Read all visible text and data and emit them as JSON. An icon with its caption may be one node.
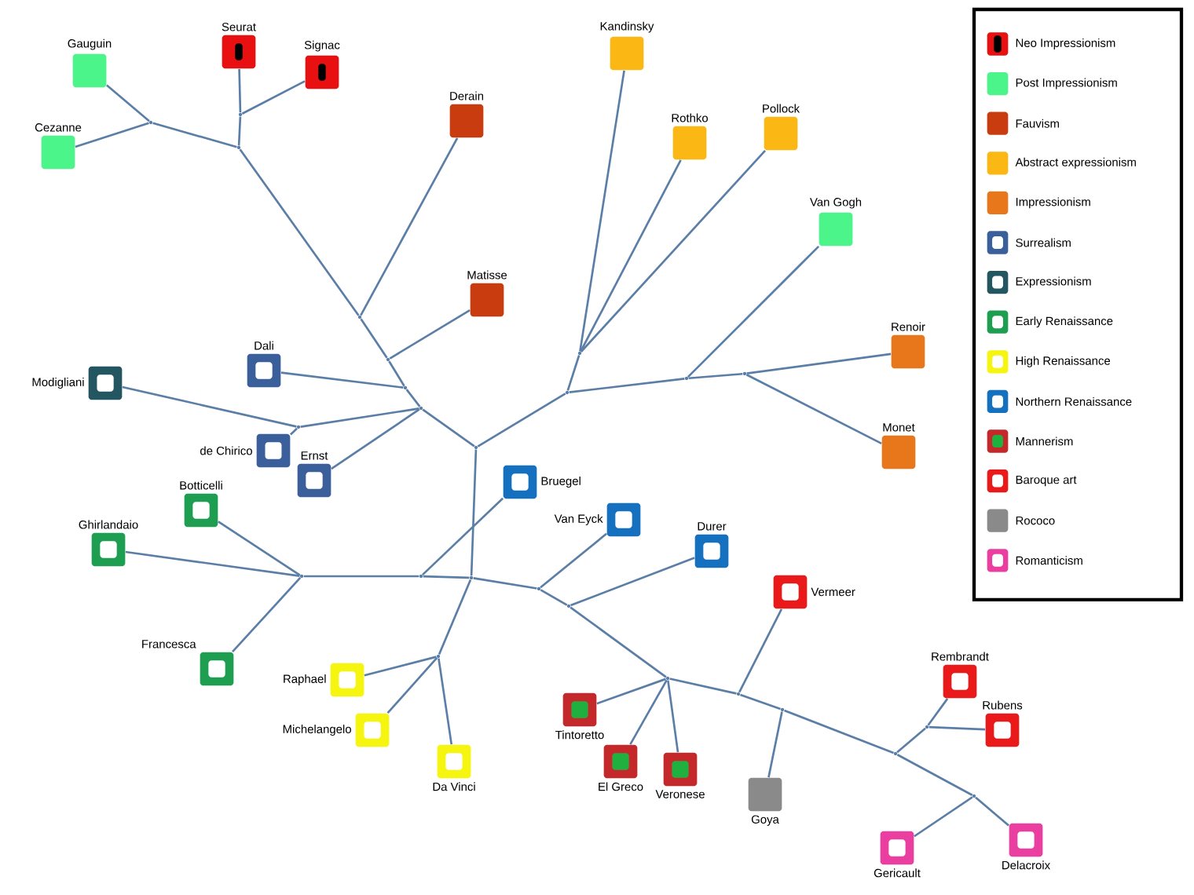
{
  "diagram": {
    "nodes": [
      {
        "text": [
          "Gauguin"
        ]
      },
      {
        "text": [
          "Cezanne"
        ]
      },
      {
        "text": [
          "Seurat"
        ]
      },
      {
        "text": [
          "Signac"
        ]
      },
      {
        "text": [
          "Kandinsky"
        ]
      },
      {
        "text": [
          "Derain"
        ]
      },
      {
        "text": [
          "Rothko"
        ]
      },
      {
        "text": [
          "Pollock"
        ]
      },
      {
        "text": [
          "Van Gogh"
        ]
      },
      {
        "text": [
          "Matisse"
        ]
      },
      {
        "text": [
          "Renoir"
        ]
      },
      {
        "text": [
          "Dali"
        ]
      },
      {
        "text": [
          "Modigliani"
        ]
      },
      {
        "text": [
          "de Chirico"
        ]
      },
      {
        "text": [
          "Monet"
        ]
      },
      {
        "text": [
          "Ernst"
        ]
      },
      {
        "text": [
          "Bruegel"
        ]
      },
      {
        "text": [
          "Botticelli"
        ]
      },
      {
        "text": [
          "Van Eyck"
        ]
      },
      {
        "text": [
          "Ghirlandaio"
        ]
      },
      {
        "text": [
          "Durer"
        ]
      },
      {
        "text": [
          "Vermeer"
        ]
      },
      {
        "text": [
          "Francesca"
        ]
      },
      {
        "text": [
          "Raphael"
        ]
      },
      {
        "text": [
          "Rembrandt"
        ]
      },
      {
        "text": [
          "Tintoretto"
        ]
      },
      {
        "text": [
          "Michelangelo"
        ]
      },
      {
        "text": [
          "Rubens"
        ]
      },
      {
        "text": [
          "El Greco"
        ]
      },
      {
        "text": [
          "Da Vinci"
        ]
      },
      {
        "text": [
          "Veronese"
        ]
      },
      {
        "text": [
          "Goya"
        ]
      },
      {
        "text": [
          "Gericault"
        ]
      },
      {
        "text": [
          "Delacroix"
        ]
      },
      {
        "text": [],
        "shape": "point"
      },
      {
        "text": [],
        "shape": "point"
      },
      {
        "text": [],
        "shape": "point"
      },
      {
        "text": [],
        "shape": "point"
      },
      {
        "text": [],
        "shape": "point"
      },
      {
        "text": [],
        "shape": "point"
      },
      {
        "text": [],
        "shape": "point"
      },
      {
        "text": [],
        "shape": "point"
      },
      {
        "text": [],
        "shape": "point"
      },
      {
        "text": [],
        "shape": "point"
      },
      {
        "text": [],
        "shape": "point"
      },
      {
        "text": [],
        "shape": "point"
      },
      {
        "text": [],
        "shape": "point"
      },
      {
        "text": [],
        "shape": "point"
      },
      {
        "text": [],
        "shape": "point"
      },
      {
        "text": [],
        "shape": "point"
      },
      {
        "text": [],
        "shape": "point"
      },
      {
        "text": [],
        "shape": "point"
      },
      {
        "text": [],
        "shape": "point"
      },
      {
        "text": [],
        "shape": "point"
      },
      {
        "text": [],
        "shape": "point"
      },
      {
        "text": [],
        "shape": "point"
      },
      {
        "text": [],
        "shape": "point"
      },
      {
        "text": [],
        "shape": "point"
      },
      {
        "text": [],
        "shape": "point"
      }
    ],
    "edges": [
      {
        "from": 0,
        "to": 34,
        "arrow": "none"
      },
      {
        "from": 1,
        "to": 34,
        "arrow": "none"
      },
      {
        "from": 34,
        "to": 36,
        "arrow": "none"
      },
      {
        "from": 2,
        "to": 35,
        "arrow": "none"
      },
      {
        "from": 3,
        "to": 35,
        "arrow": "none"
      },
      {
        "from": 35,
        "to": 36,
        "arrow": "none"
      },
      {
        "from": 36,
        "to": 37,
        "arrow": "none"
      },
      {
        "from": 5,
        "to": 37,
        "arrow": "none"
      },
      {
        "from": 37,
        "to": 38,
        "arrow": "none"
      },
      {
        "from": 9,
        "to": 38,
        "arrow": "none"
      },
      {
        "from": 38,
        "to": 39,
        "arrow": "none"
      },
      {
        "from": 11,
        "to": 39,
        "arrow": "none"
      },
      {
        "from": 39,
        "to": 41,
        "arrow": "none"
      },
      {
        "from": 12,
        "to": 40,
        "arrow": "none"
      },
      {
        "from": 13,
        "to": 40,
        "arrow": "none"
      },
      {
        "from": 40,
        "to": 41,
        "arrow": "none"
      },
      {
        "from": 15,
        "to": 41,
        "arrow": "none"
      },
      {
        "from": 41,
        "to": 42,
        "arrow": "none"
      },
      {
        "from": 42,
        "to": 44,
        "arrow": "none"
      },
      {
        "from": 43,
        "to": 44,
        "arrow": "none"
      },
      {
        "from": 4,
        "to": 43,
        "arrow": "none"
      },
      {
        "from": 6,
        "to": 43,
        "arrow": "none"
      },
      {
        "from": 7,
        "to": 43,
        "arrow": "none"
      },
      {
        "from": 44,
        "to": 45,
        "arrow": "none"
      },
      {
        "from": 8,
        "to": 45,
        "arrow": "none"
      },
      {
        "from": 45,
        "to": 46,
        "arrow": "none"
      },
      {
        "from": 14,
        "to": 46,
        "arrow": "none"
      },
      {
        "from": 46,
        "to": 10,
        "arrow": "none"
      },
      {
        "from": 42,
        "to": 49,
        "arrow": "none"
      },
      {
        "from": 19,
        "to": 47,
        "arrow": "none"
      },
      {
        "from": 17,
        "to": 47,
        "arrow": "none"
      },
      {
        "from": 22,
        "to": 47,
        "arrow": "none"
      },
      {
        "from": 47,
        "to": 48,
        "arrow": "none"
      },
      {
        "from": 16,
        "to": 48,
        "arrow": "none"
      },
      {
        "from": 48,
        "to": 49,
        "arrow": "none"
      },
      {
        "from": 49,
        "to": 50,
        "arrow": "none"
      },
      {
        "from": 23,
        "to": 50,
        "arrow": "none"
      },
      {
        "from": 26,
        "to": 50,
        "arrow": "none"
      },
      {
        "from": 29,
        "to": 50,
        "arrow": "none"
      },
      {
        "from": 49,
        "to": 51,
        "arrow": "none"
      },
      {
        "from": 18,
        "to": 51,
        "arrow": "none"
      },
      {
        "from": 51,
        "to": 52,
        "arrow": "none"
      },
      {
        "from": 20,
        "to": 52,
        "arrow": "none"
      },
      {
        "from": 52,
        "to": 53,
        "arrow": "none"
      },
      {
        "from": 25,
        "to": 53,
        "arrow": "none"
      },
      {
        "from": 28,
        "to": 53,
        "arrow": "none"
      },
      {
        "from": 30,
        "to": 53,
        "arrow": "none"
      },
      {
        "from": 53,
        "to": 54,
        "arrow": "none"
      },
      {
        "from": 21,
        "to": 54,
        "arrow": "none"
      },
      {
        "from": 54,
        "to": 55,
        "arrow": "none"
      },
      {
        "from": 31,
        "to": 55,
        "arrow": "none"
      },
      {
        "from": 55,
        "to": 56,
        "arrow": "none"
      },
      {
        "from": 56,
        "to": 57,
        "arrow": "none"
      },
      {
        "from": 24,
        "to": 57,
        "arrow": "none"
      },
      {
        "from": 27,
        "to": 57,
        "arrow": "none"
      },
      {
        "from": 56,
        "to": 58,
        "arrow": "none"
      },
      {
        "from": 32,
        "to": 58,
        "arrow": "none"
      },
      {
        "from": 58,
        "to": 33,
        "arrow": "none"
      }
    ],
    "legend": [
      {
        "text": "Neo Impressionism",
        "color": "#e81010"
      },
      {
        "text": "Post Impressionism",
        "color": "#4cf58a"
      },
      {
        "text": "Fauvism",
        "color": "#c83c10"
      },
      {
        "text": "Abstract expressionism",
        "color": "#fbb814"
      },
      {
        "text": "Impressionism",
        "color": "#e8761a"
      },
      {
        "text": "Surrealism",
        "color": "#3a5f9a"
      },
      {
        "text": "Expressionism",
        "color": "#245661"
      },
      {
        "text": "Early Renaissance",
        "color": "#1e9e50"
      },
      {
        "text": "High Renaissance",
        "color": "#f5f50f"
      },
      {
        "text": "Northern Renaissance",
        "color": "#1670c0"
      },
      {
        "text": "Mannerism",
        "color": "#c4282a"
      },
      {
        "text": "Baroque art",
        "color": "#ea1a1a"
      },
      {
        "text": "Rococo",
        "color": "#8a8a8a"
      },
      {
        "text": "Romanticism",
        "color": "#ea3ea0"
      }
    ]
  }
}
